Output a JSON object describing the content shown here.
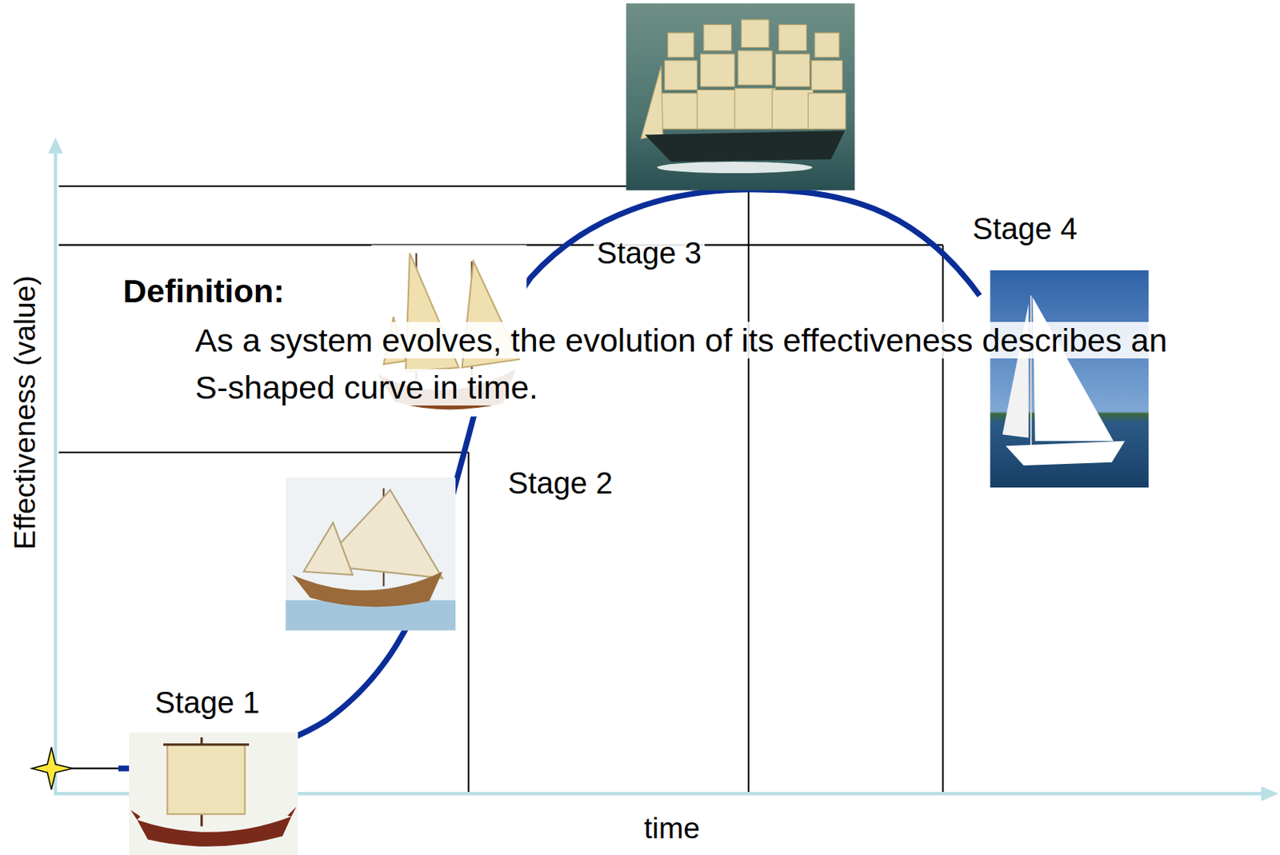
{
  "diagram": {
    "labels": [
      "Definition:",
      "As a system evolves, the evolution of its effectiveness describes an S-shaped curve in time.",
      "Stage 1",
      "Stage 2",
      "Stage 3",
      "Stage 4",
      "Effectiveness (value)",
      "time"
    ]
  }
}
